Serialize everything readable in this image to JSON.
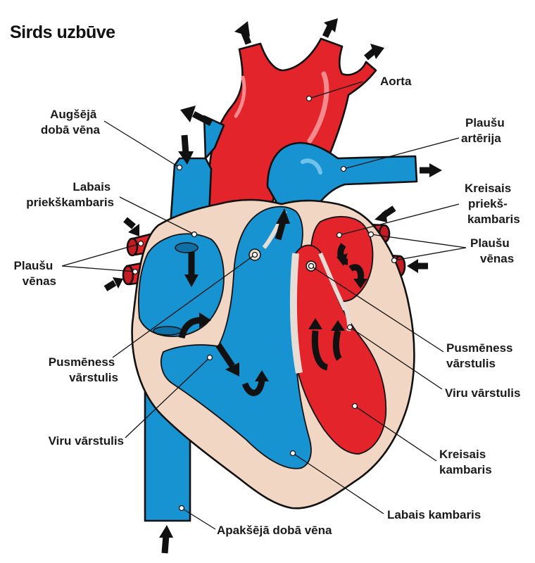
{
  "title": "Sirds uzbūve",
  "colors": {
    "oxygenated": "#e3242b",
    "deoxygenated": "#1793d1",
    "tissue": "#f2d6c4",
    "outline": "#111111"
  },
  "labels": {
    "aorta": [
      "Aorta"
    ],
    "superior_vena_cava": [
      "Augšējā",
      "dobā vēna"
    ],
    "pulmonary_artery": [
      "Plaušu",
      "artērija"
    ],
    "right_atrium": [
      "Labais",
      "priekškambaris"
    ],
    "left_atrium": [
      "Kreisais",
      "priekš-",
      "kambaris"
    ],
    "pulmonary_veins_left": [
      "Plaušu",
      "vēnas"
    ],
    "pulmonary_veins_right": [
      "Plaušu",
      "vēnas"
    ],
    "semilunar_valve_left": [
      "Pusmēness",
      "vārstulis"
    ],
    "semilunar_valve_right": [
      "Pusmēness",
      "vārstulis"
    ],
    "tricuspid_valve": [
      "Viru vārstulis"
    ],
    "mitral_valve": [
      "Viru vārstulis"
    ],
    "left_ventricle": [
      "Kreisais",
      "kambaris"
    ],
    "right_ventricle": [
      "Labais kambaris"
    ],
    "inferior_vena_cava": [
      "Apakšējā dobā vēna"
    ]
  }
}
